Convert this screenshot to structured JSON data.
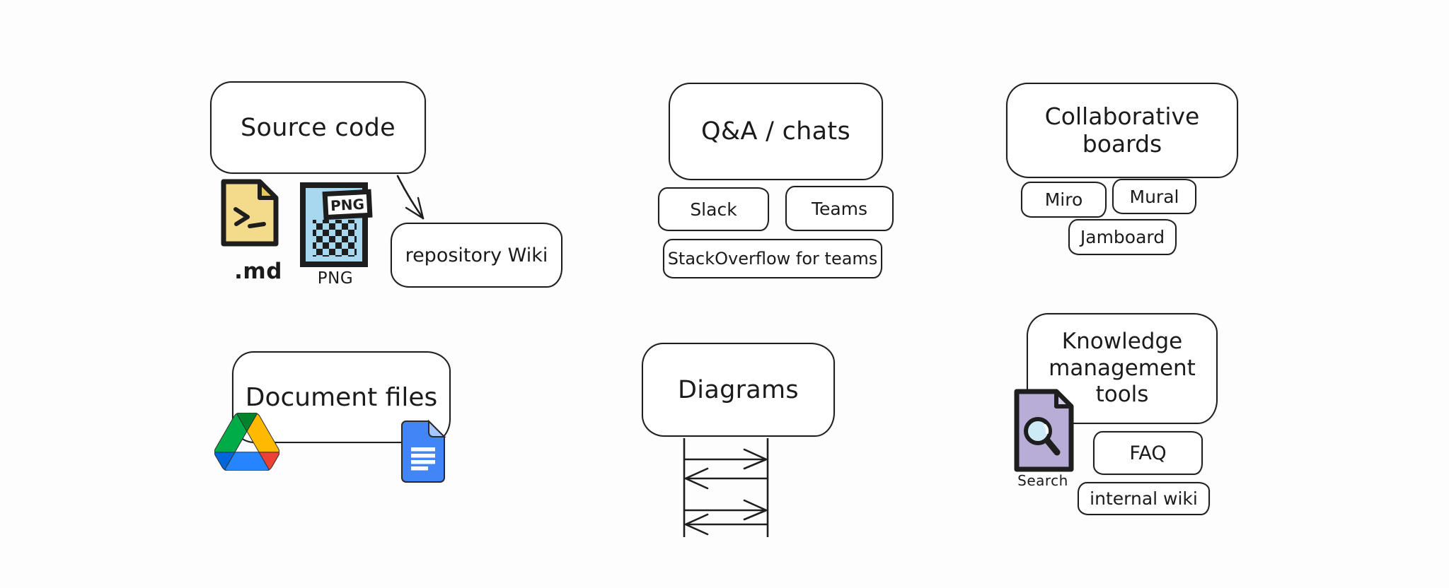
{
  "colors": {
    "background": "#fdfdfd",
    "ink": "#1e1e1e",
    "md_yellow": "#f4da8b",
    "md_fold": "#e5c468",
    "png_blue": "#a8d8f0",
    "doc_purple": "#b7add7",
    "doc_purple_fold": "#d3cbe9",
    "lens_blue": "#cdebf7",
    "docs_blue": "#4285f4",
    "docs_fold": "#a6c8ff",
    "drive_dark_blue": "#0066da",
    "drive_green": "#00ac47",
    "drive_red": "#ea4335",
    "drive_dark_green": "#00832d",
    "drive_blue": "#2684fc",
    "drive_yellow": "#ffba00"
  },
  "source_code": {
    "title": "Source code",
    "md_file_label": ".md",
    "png_tag": "PNG",
    "png_file_label": "PNG",
    "wiki_box_label": "repository Wiki"
  },
  "qa_chats": {
    "title": "Q&A / chats",
    "items": [
      {
        "label": "Slack"
      },
      {
        "label": "Teams"
      },
      {
        "label": "StackOverflow for teams"
      }
    ]
  },
  "collaborative_boards": {
    "title": "Collaborative boards",
    "items": [
      {
        "label": "Miro"
      },
      {
        "label": "Mural"
      },
      {
        "label": "Jamboard"
      }
    ]
  },
  "document_files": {
    "title": "Document files"
  },
  "diagrams": {
    "title": "Diagrams"
  },
  "knowledge_management": {
    "title": "Knowledge management tools",
    "search_label": "Search",
    "items": [
      {
        "label": "FAQ"
      },
      {
        "label": "internal wiki"
      }
    ]
  }
}
